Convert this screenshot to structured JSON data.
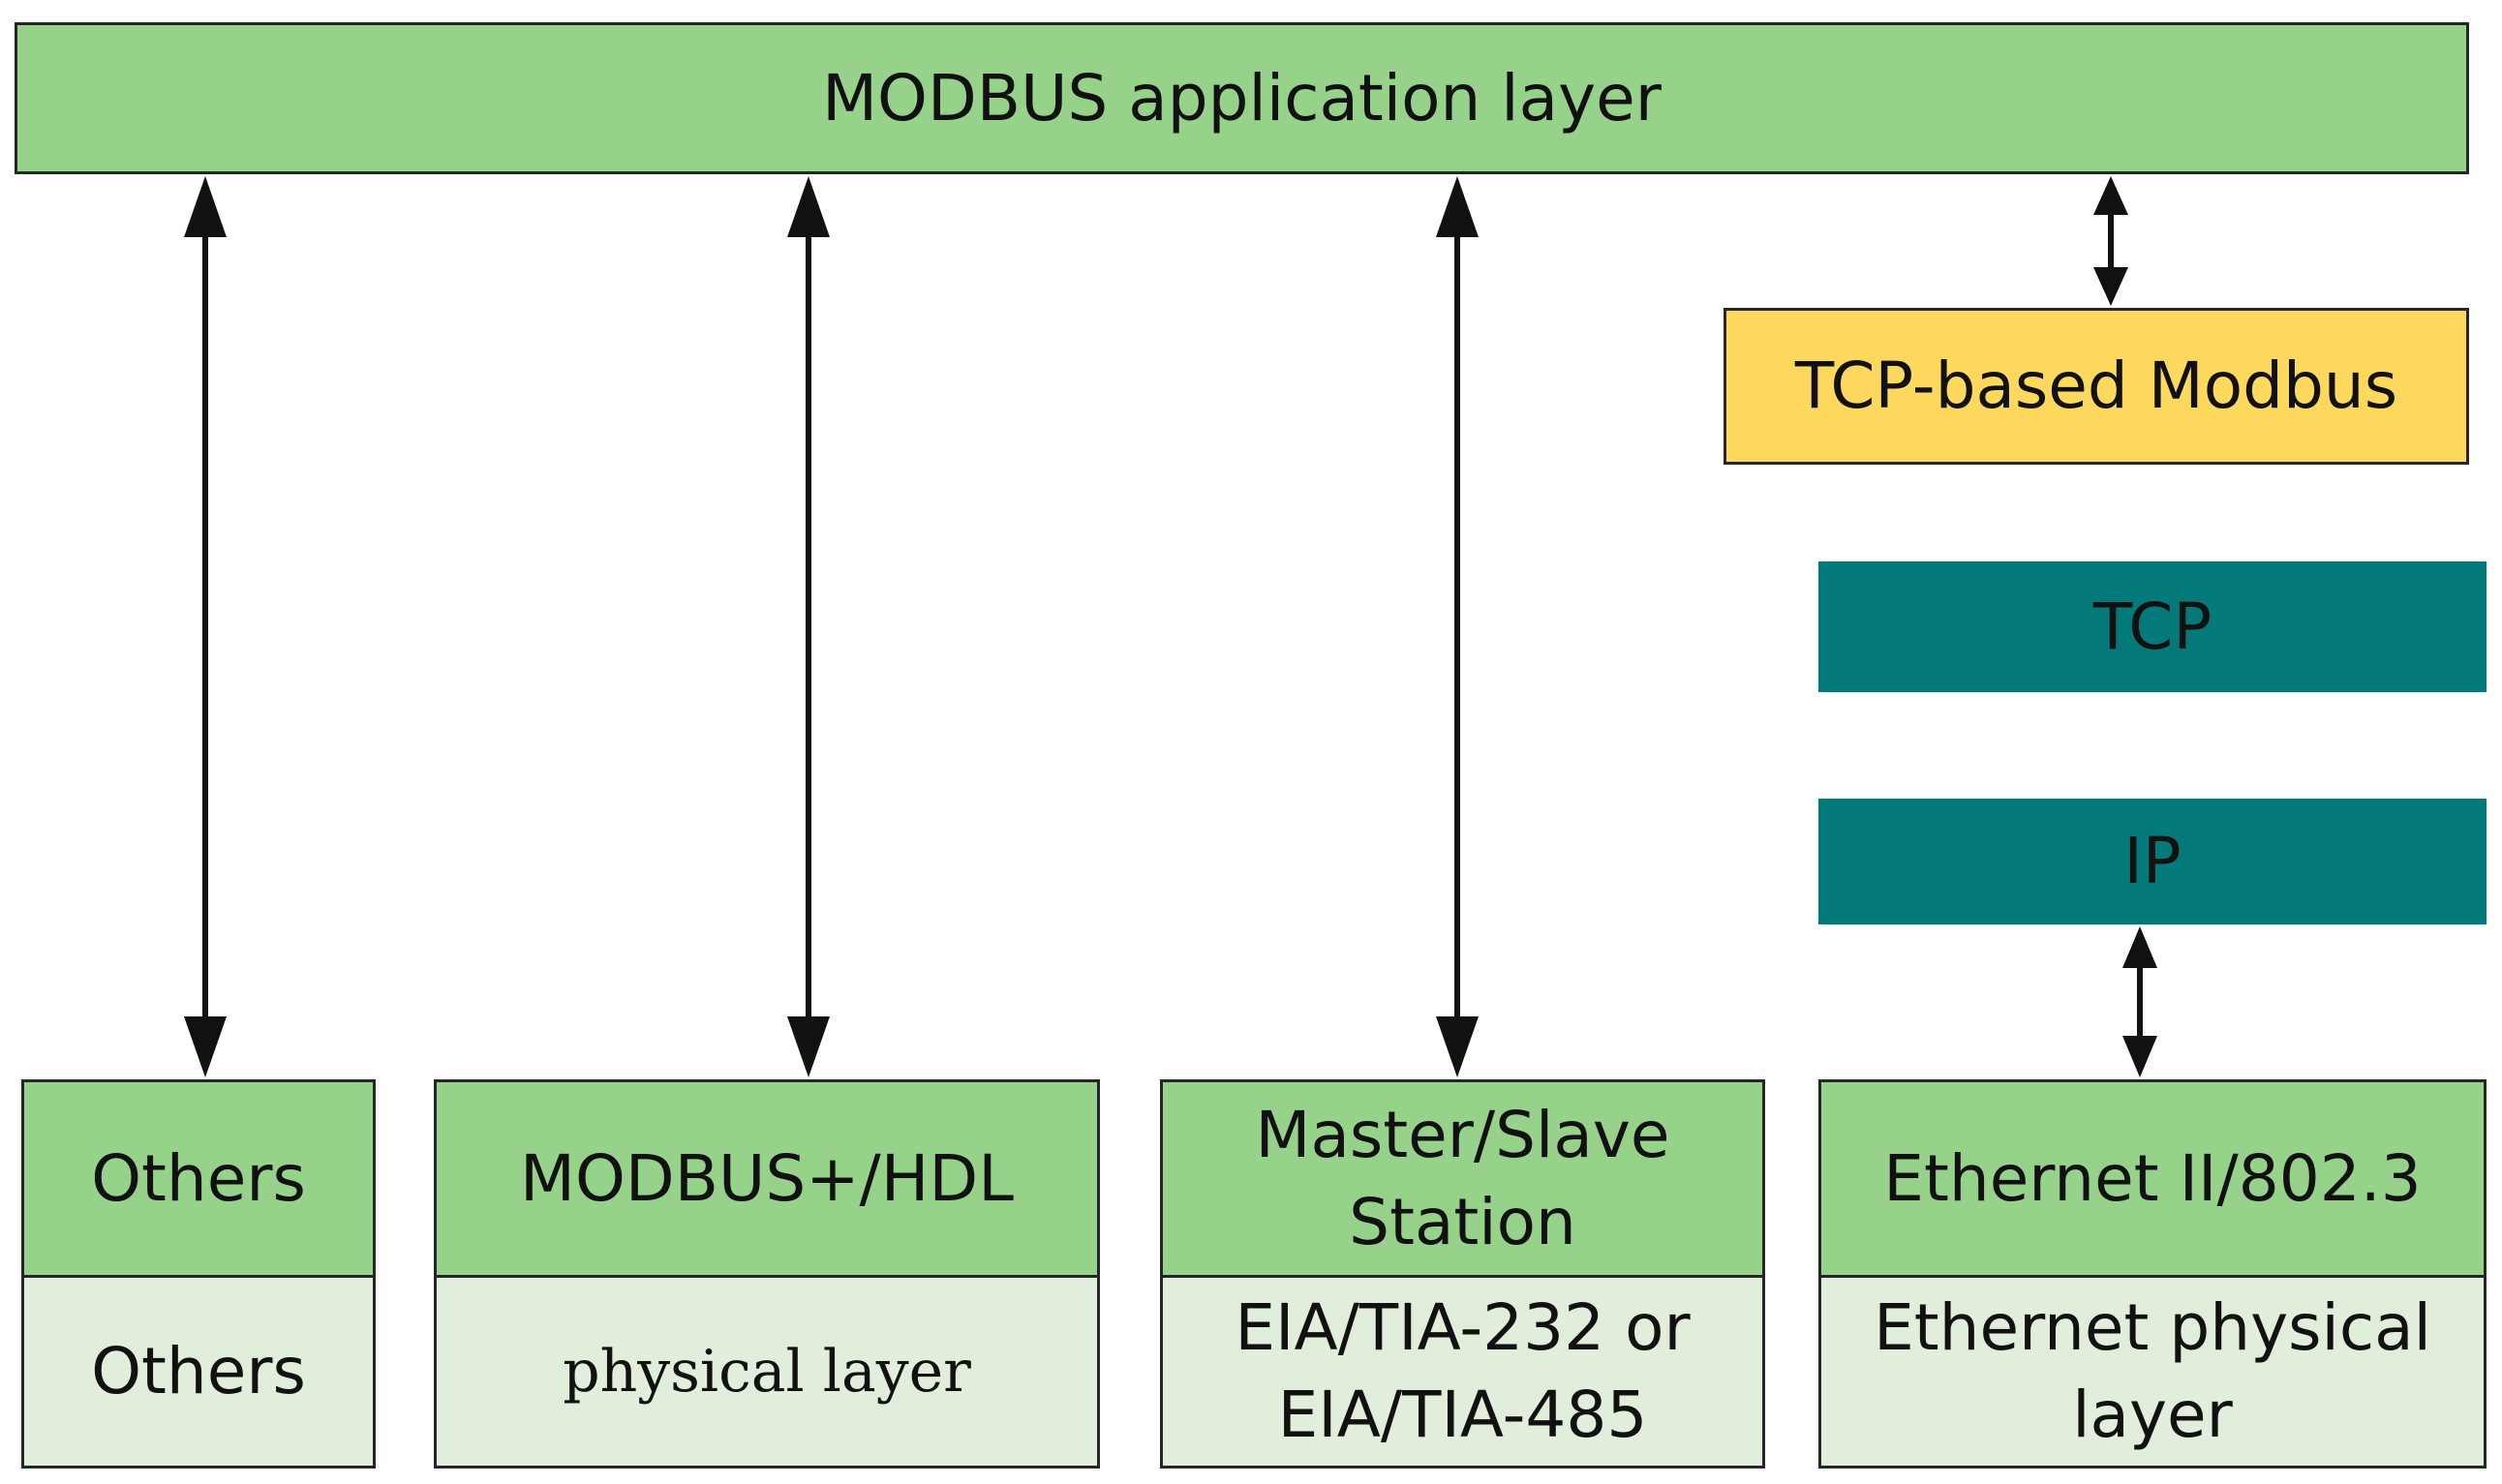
{
  "diagram": {
    "app_layer": "MODBUS application layer",
    "tcp_modbus": "TCP-based Modbus",
    "tcp": "TCP",
    "ip": "IP",
    "columns": [
      {
        "top": "Others",
        "bottom": "Others"
      },
      {
        "top": "MODBUS+/HDL",
        "bottom": "physical layer"
      },
      {
        "top": "Master/Slave\nStation",
        "bottom": "EIA/TIA-232 or\nEIA/TIA-485"
      },
      {
        "top": "Ethernet II/802.3",
        "bottom": "Ethernet physical\nlayer"
      }
    ]
  },
  "colors": {
    "green": "#97d28b",
    "light_green": "#e0eedb",
    "yellow": "#fed95e",
    "teal": "#037a79"
  }
}
